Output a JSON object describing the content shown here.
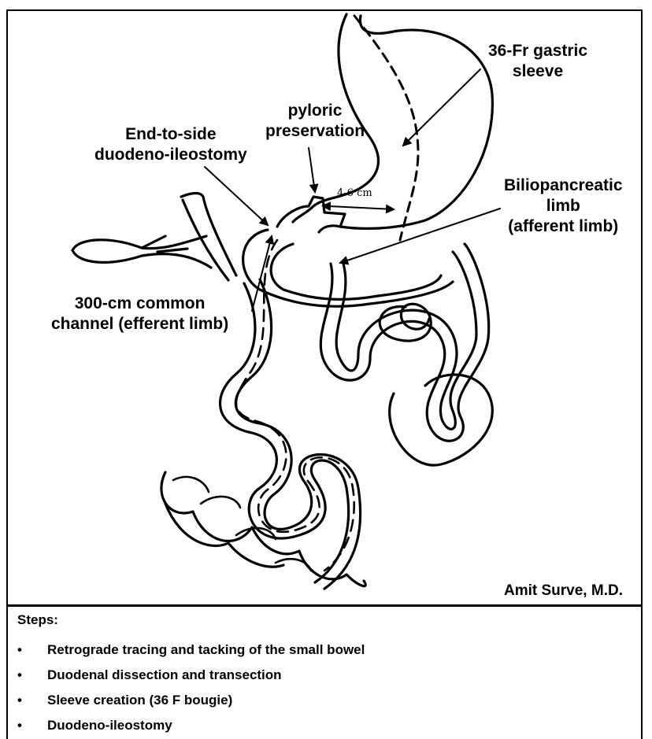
{
  "labels": {
    "sleeve": [
      "36-Fr gastric",
      "sleeve"
    ],
    "pyloric": [
      "pyloric",
      "preservation"
    ],
    "anastomosis": [
      "End-to-side",
      "duodeno-ileostomy"
    ],
    "biliopancreatic": [
      "Biliopancreatic",
      "limb",
      "(afferent limb)"
    ],
    "common_channel": [
      "300-cm common",
      "channel (efferent limb)"
    ],
    "measure": "4-6 cm",
    "credit": "Amit Surve, M.D."
  },
  "steps": {
    "title": "Steps:",
    "bullet": "•",
    "items": [
      "Retrograde tracing and tacking of the small bowel",
      "Duodenal dissection and transection",
      "Sleeve creation (36 F bougie)",
      "Duodeno-ileostomy"
    ]
  }
}
